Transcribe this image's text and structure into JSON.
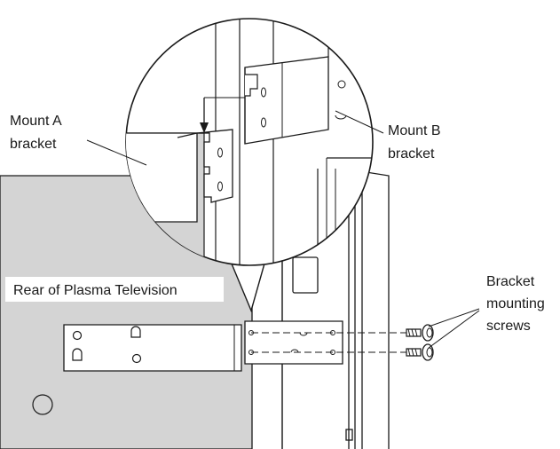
{
  "labels": {
    "mount_a_line1": "Mount A",
    "mount_a_line2": "bracket",
    "mount_b_line1": "Mount B",
    "mount_b_line2": "bracket",
    "rear_tv": "Rear of Plasma Television",
    "screws_line1": "Bracket",
    "screws_line2": "mounting",
    "screws_line3": "screws"
  },
  "colors": {
    "panel_fill": "#d4d4d4",
    "bracket_fill": "#ffffff",
    "line": "#1a1a1a"
  }
}
